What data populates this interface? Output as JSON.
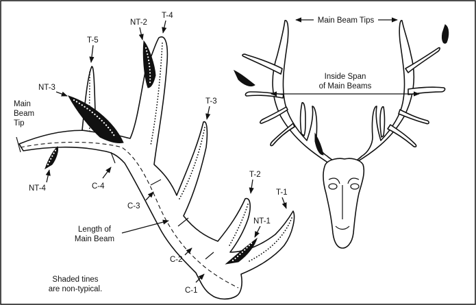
{
  "labels": {
    "main_beam_tip": [
      "Main",
      "Beam",
      "Tip"
    ],
    "length_of_main_beam": [
      "Length of",
      "Main Beam"
    ],
    "shaded_note": [
      "Shaded tines",
      "are non-typical."
    ],
    "main_beam_tips": "Main Beam Tips",
    "inside_span": [
      "Inside Span",
      "of Main Beams"
    ],
    "tines": {
      "t1": "T-1",
      "t2": "T-2",
      "t3": "T-3",
      "t4": "T-4",
      "t5": "T-5",
      "nt1": "NT-1",
      "nt2": "NT-2",
      "nt3": "NT-3",
      "nt4": "NT-4"
    },
    "circumferences": {
      "c1": "C-1",
      "c2": "C-2",
      "c3": "C-3",
      "c4": "C-4"
    }
  }
}
